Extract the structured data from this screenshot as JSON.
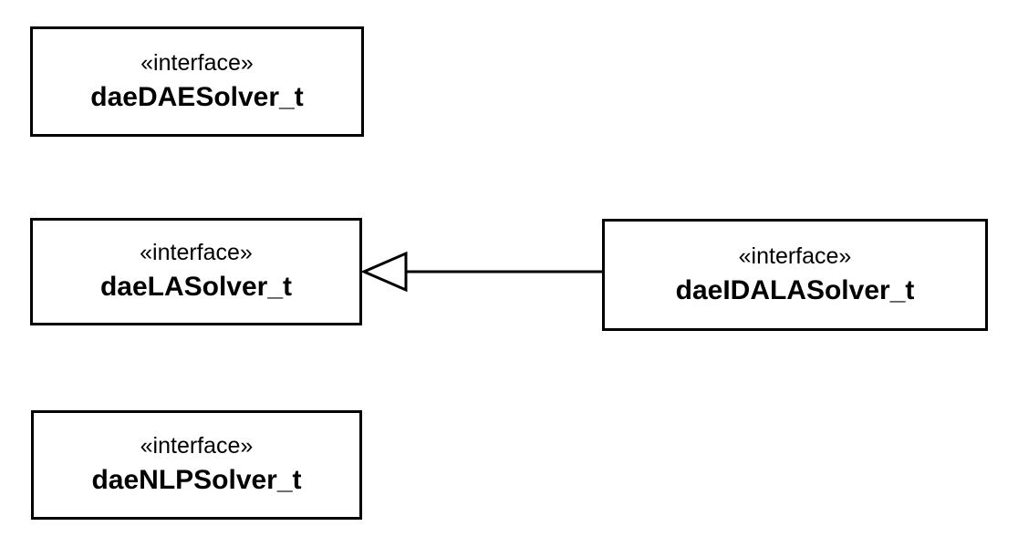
{
  "diagram": {
    "type": "uml-class-diagram",
    "background_color": "#ffffff",
    "stroke_color": "#000000",
    "nodes": [
      {
        "id": "daeDAESolver_t",
        "stereotype": "«interface»",
        "name": "daeDAESolver_t"
      },
      {
        "id": "daeLASolver_t",
        "stereotype": "«interface»",
        "name": "daeLASolver_t"
      },
      {
        "id": "daeIDALASolver_t",
        "stereotype": "«interface»",
        "name": "daeIDALASolver_t"
      },
      {
        "id": "daeNLPSolver_t",
        "stereotype": "«interface»",
        "name": "daeNLPSolver_t"
      }
    ],
    "edges": [
      {
        "type": "generalization",
        "from": "daeIDALASolver_t",
        "to": "daeLASolver_t",
        "arrowhead": "hollow-triangle"
      }
    ]
  }
}
